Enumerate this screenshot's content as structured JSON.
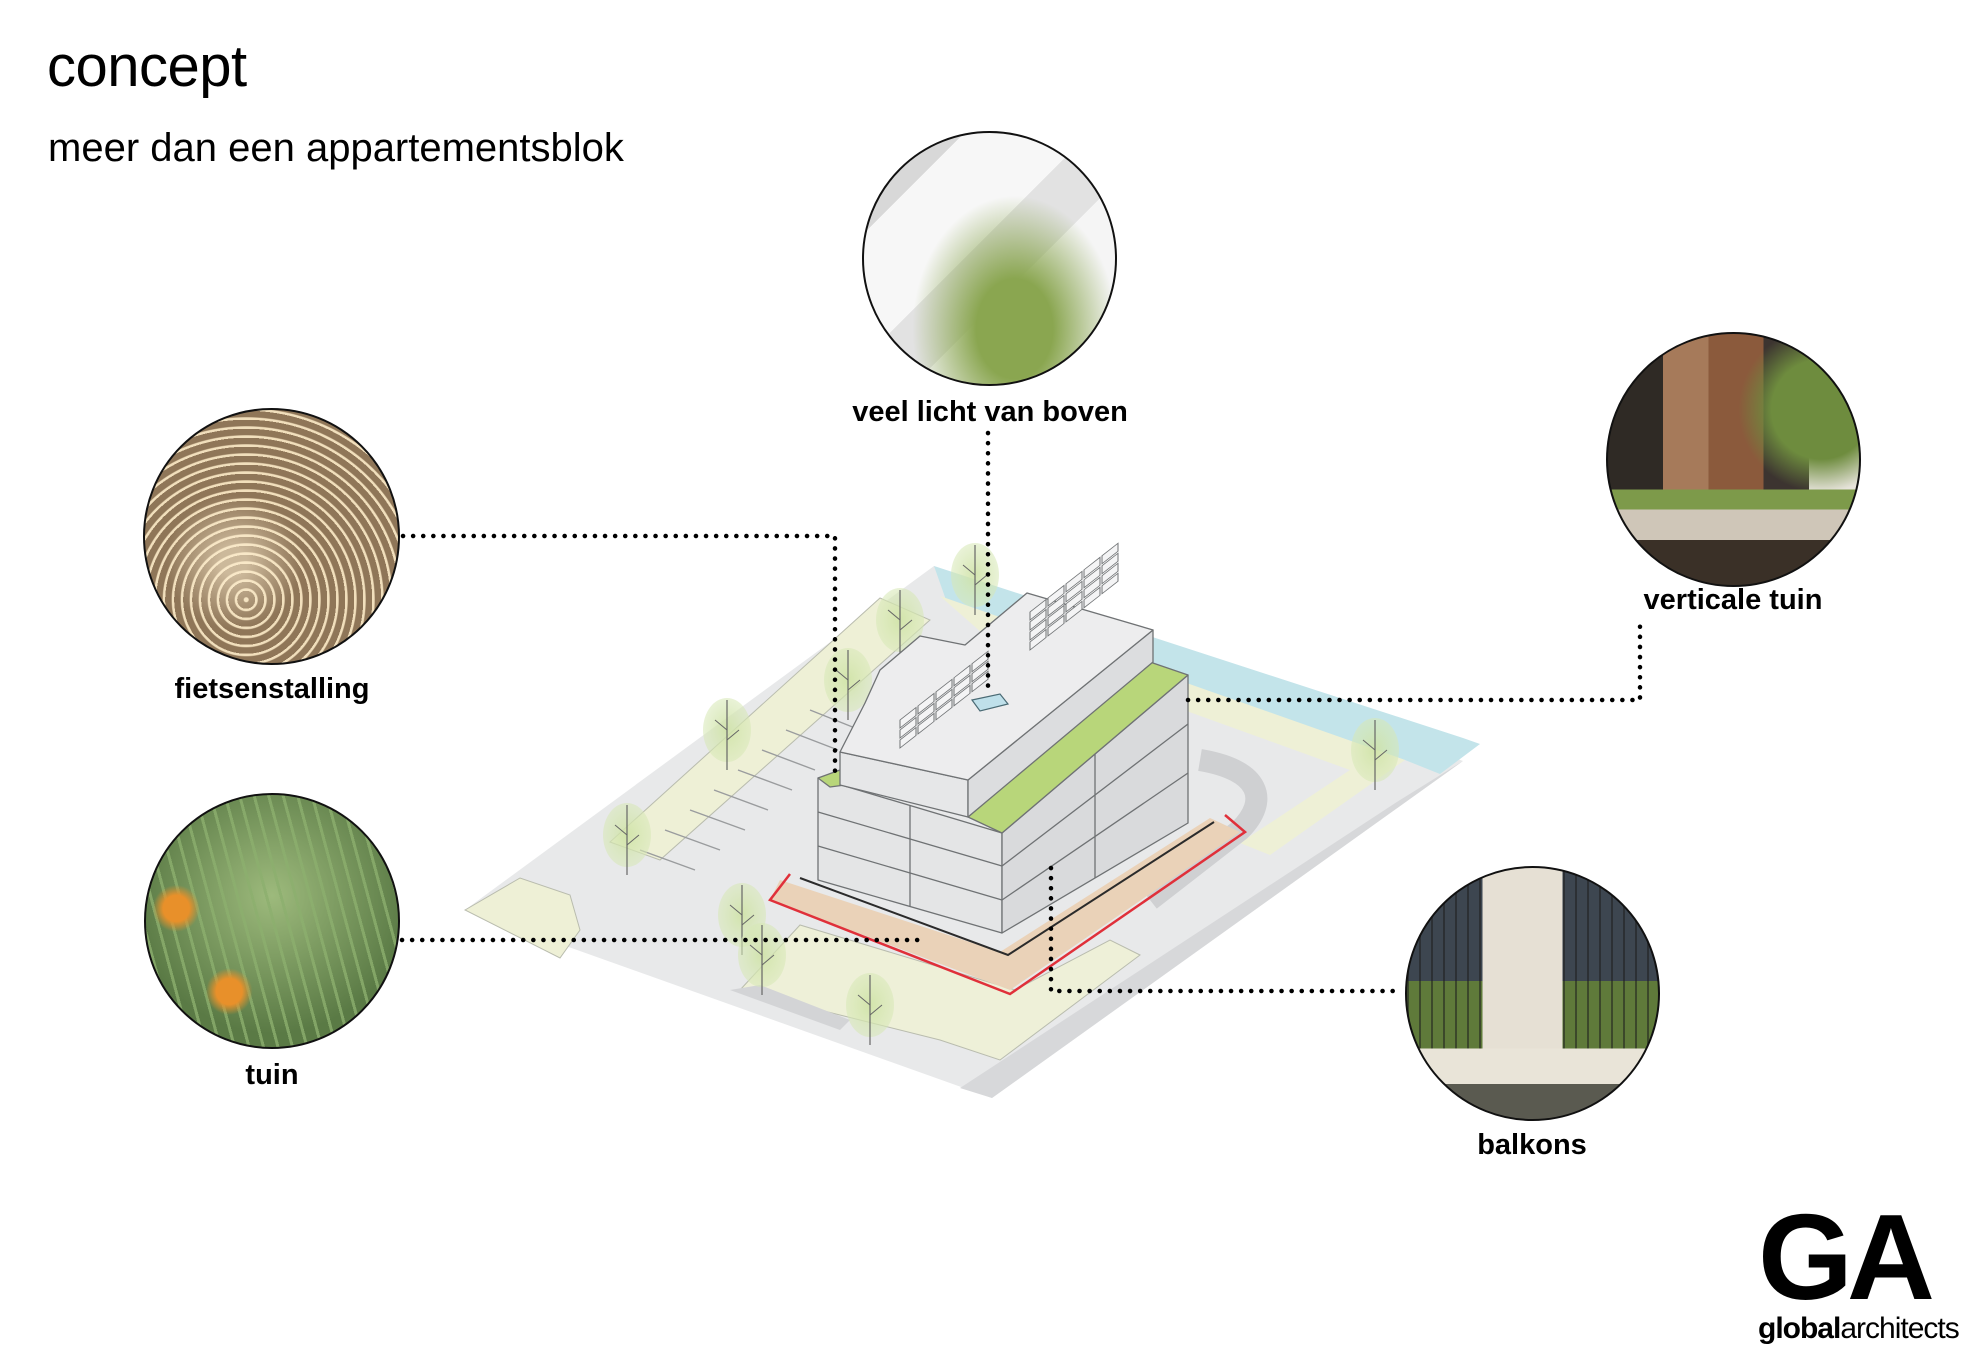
{
  "header": {
    "title": "concept",
    "subtitle": "meer dan een appartementsblok"
  },
  "callouts": [
    {
      "id": "fietsenstalling",
      "label": "fietsenstalling",
      "image": "bike-storage-photo",
      "colors": [
        "#6b5440",
        "#c8ab86",
        "#f4e2c4"
      ]
    },
    {
      "id": "tuin",
      "label": "tuin",
      "image": "rosemary-garden-photo",
      "colors": [
        "#4f6d3e",
        "#8fae6c",
        "#e8902a"
      ]
    },
    {
      "id": "veel-licht-van-boven",
      "label": "veel licht van boven",
      "image": "skylight-tree-photo",
      "colors": [
        "#f2f2f2",
        "#c9c9c9",
        "#8aa650"
      ]
    },
    {
      "id": "verticale-tuin",
      "label": "verticale tuin",
      "image": "green-facade-photo",
      "colors": [
        "#8b5a3c",
        "#3a3027",
        "#7d9a4a"
      ]
    },
    {
      "id": "balkons",
      "label": "balkons",
      "image": "balcony-photo",
      "colors": [
        "#3d4650",
        "#e6e0d4",
        "#6f9a3f"
      ]
    }
  ],
  "logo": {
    "mark": "GA",
    "word_bold": "global",
    "word_regular": "architects"
  },
  "colors": {
    "leader_line": "#000000",
    "site_boundary": "#e0303a",
    "green_roof": "#b8d67a",
    "building_face": "#e3e4e5",
    "lawn": "#eef0d8",
    "pavement": "#e6e7e8",
    "water": "#bfe3ea",
    "terrace": "#ead2b8"
  }
}
